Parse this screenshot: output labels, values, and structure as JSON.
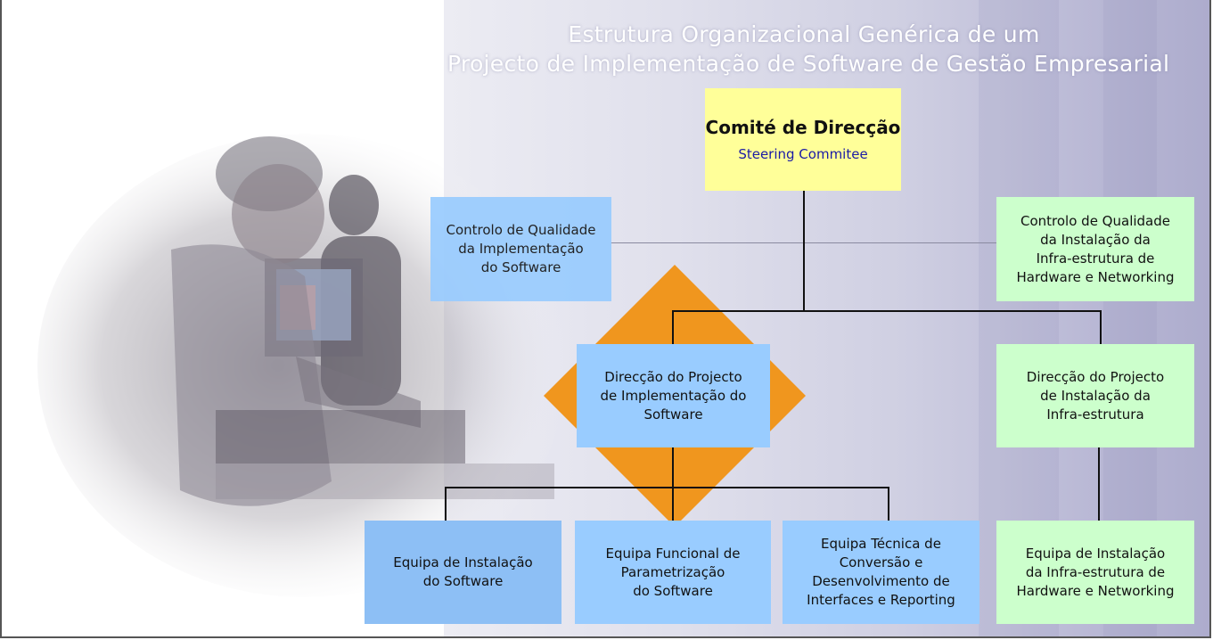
{
  "title": {
    "line1": "Estrutura Organizacional Genérica de um",
    "line2": "Projecto de Implementação de Software de Gestão Empresarial"
  },
  "colors": {
    "yellow_box": "#ffff99",
    "blue_box": "#99ccff",
    "green_box": "#ccffcc",
    "diamond": "#f0961e",
    "subtitle_text": "#1a1aa6"
  },
  "nodes": {
    "steering": {
      "title": "Comité de Direcção",
      "subtitle": "Steering Commitee"
    },
    "qc_software": {
      "lines": [
        "Controlo de Qualidade",
        "da Implementação",
        "do Software"
      ]
    },
    "qc_infra": {
      "lines": [
        "Controlo de Qualidade",
        "da Instalação da",
        "Infra-estrutura de",
        "Hardware e Networking"
      ]
    },
    "dir_software": {
      "lines": [
        "Direcção do Projecto",
        "de Implementação do",
        "Software"
      ]
    },
    "dir_infra": {
      "lines": [
        "Direcção do Projecto",
        "de Instalação da",
        "Infra-estrutura"
      ]
    },
    "team_install_sw": {
      "lines": [
        "Equipa de Instalação",
        "do Software"
      ]
    },
    "team_functional": {
      "lines": [
        "Equipa Funcional de",
        "Parametrização",
        "do Software"
      ]
    },
    "team_technical": {
      "lines": [
        "Equipa Técnica de",
        "Conversão e",
        "Desenvolvimento de",
        "Interfaces e Reporting"
      ]
    },
    "team_infra": {
      "lines": [
        "Equipa de Instalação",
        "da Infra-estrutura de",
        "Hardware e Networking"
      ]
    }
  },
  "photo": {
    "subject": "people-working-at-computers"
  }
}
